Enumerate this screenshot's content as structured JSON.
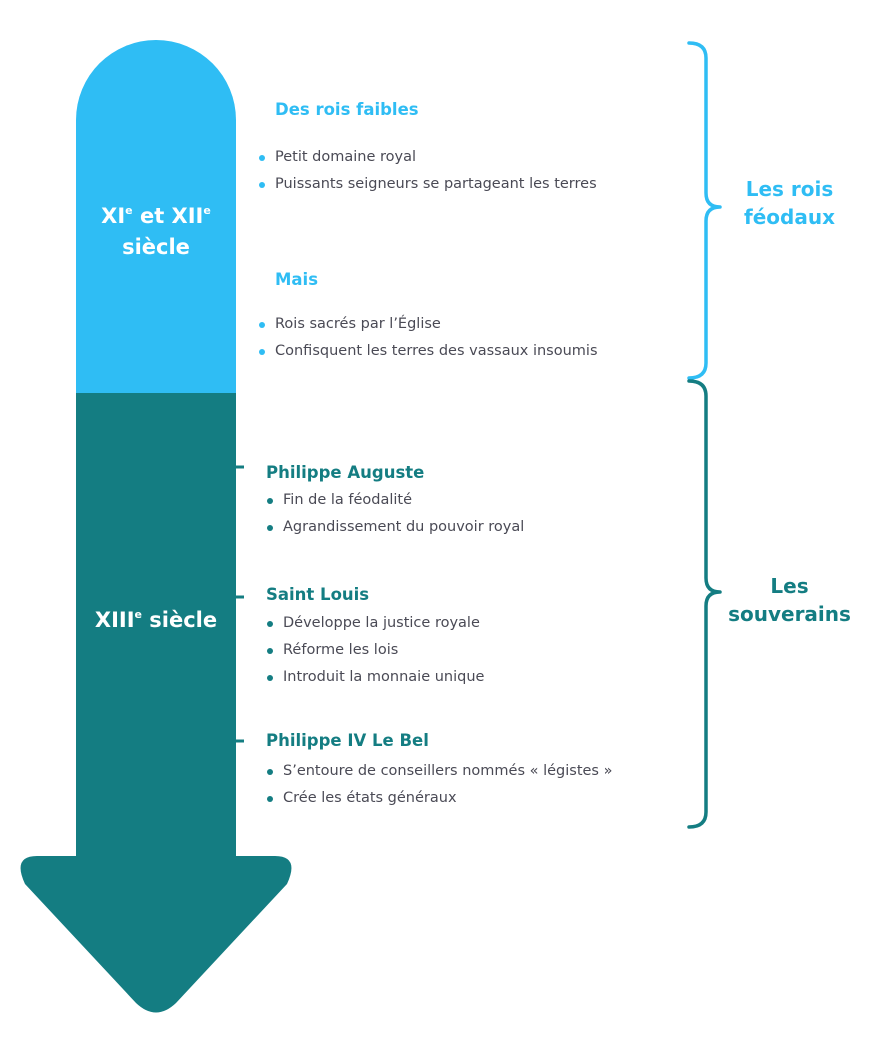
{
  "colors": {
    "early": "#2fbdf4",
    "late": "#147d82",
    "text": "#4a4a55"
  },
  "early_period": {
    "label_parts": [
      "XI",
      "e",
      " et XII",
      "e",
      "siècle"
    ],
    "sections": [
      {
        "heading": "Des rois faibles",
        "bullets": [
          "Petit domaine royal",
          "Puissants seigneurs se partageant les terres"
        ]
      },
      {
        "heading": "Mais",
        "bullets": [
          "Rois sacrés par l’Église",
          "Confisquent les terres des vassaux insoumis"
        ]
      }
    ],
    "group_label": [
      "Les rois",
      "féodaux"
    ]
  },
  "late_period": {
    "label_parts": [
      "XIII",
      "e",
      " siècle"
    ],
    "kings": [
      {
        "name": "Philippe Auguste",
        "bullets": [
          "Fin de la féodalité",
          "Agrandissement du pouvoir royal"
        ]
      },
      {
        "name": "Saint Louis",
        "bullets": [
          "Développe la justice royale",
          "Réforme les lois",
          "Introduit la monnaie unique"
        ]
      },
      {
        "name": "Philippe IV Le Bel",
        "bullets": [
          "S’entoure de conseillers nommés « légistes »",
          "Crée les états généraux"
        ]
      }
    ],
    "group_label": [
      "Les",
      "souverains"
    ]
  }
}
